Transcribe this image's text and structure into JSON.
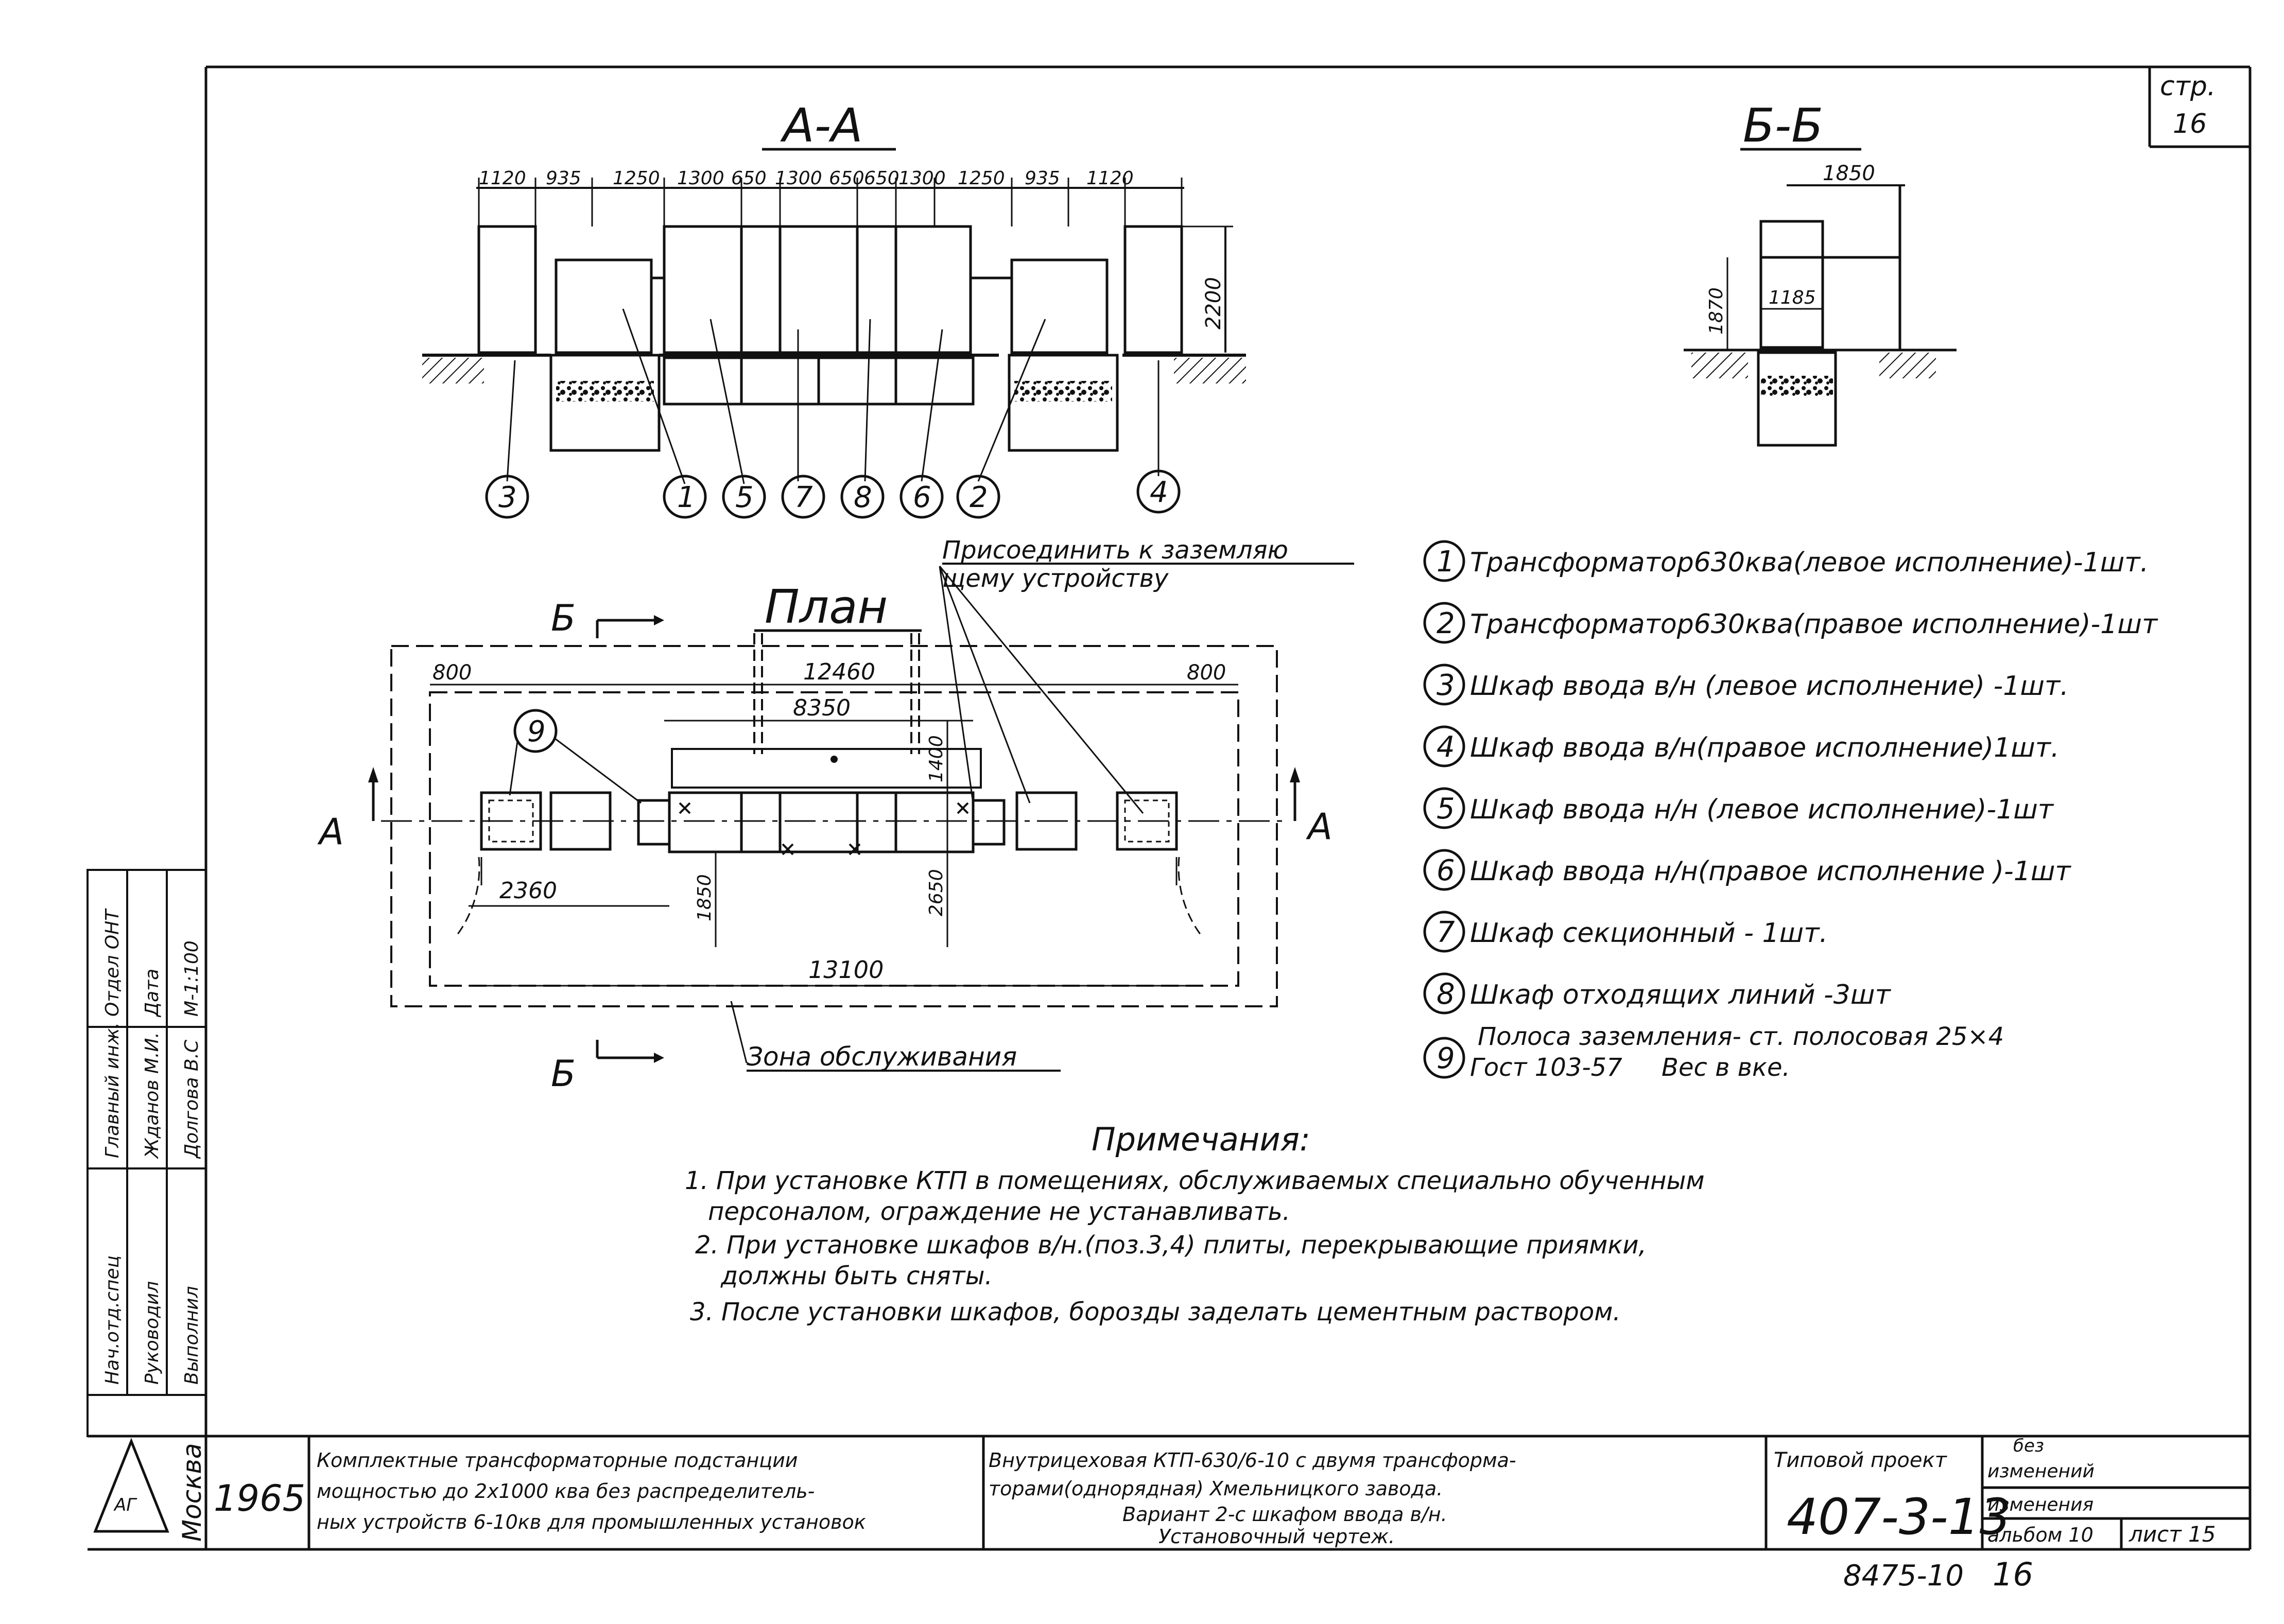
{
  "sheet": {
    "page_label": "стр.",
    "page_number": "16"
  },
  "section_aa": {
    "title": "А-А",
    "dims": [
      "1120",
      "935",
      "1250",
      "1300",
      "650",
      "1300",
      "650",
      "650",
      "1300",
      "1250",
      "935",
      "1120"
    ],
    "height_dim": "2200",
    "callouts": [
      "3",
      "1",
      "5",
      "7",
      "8",
      "6",
      "2",
      "4"
    ]
  },
  "section_bb": {
    "title": "Б-Б",
    "dims": {
      "width": "1850",
      "height": "1870",
      "inner": "1185"
    }
  },
  "plan": {
    "title": "План",
    "ground_note_line1": "Присоединить к заземляю",
    "ground_note_line2": "щему устройству",
    "cut_left_top": "Б",
    "cut_left_bottom": "Б",
    "cut_a_left": "А",
    "cut_a_right": "А",
    "dims": {
      "left": "800",
      "right": "800",
      "total": "12460",
      "inner": "8350",
      "depth": "1400",
      "left_offset": "2360",
      "row1": "1850",
      "row2": "2650",
      "overall": "13100"
    },
    "callout": "9",
    "zone_label": "Зона обслуживания"
  },
  "legend": [
    {
      "num": "1",
      "text": "Трансформатор630ква(левое исполнение)-1шт."
    },
    {
      "num": "2",
      "text": "Трансформатор630ква(правое исполнение)-1шт"
    },
    {
      "num": "3",
      "text": "Шкаф ввода в/н (левое исполнение) -1шт."
    },
    {
      "num": "4",
      "text": "Шкаф ввода в/н(правое исполнение)1шт."
    },
    {
      "num": "5",
      "text": "Шкаф ввода н/н (левое исполнение)-1шт"
    },
    {
      "num": "6",
      "text": "Шкаф ввода н/н(правое исполнение )-1шт"
    },
    {
      "num": "7",
      "text": "Шкаф секционный - 1шт."
    },
    {
      "num": "8",
      "text": "Шкаф отходящих линий -3шт"
    },
    {
      "num": "9",
      "text": "Полоса заземления- ст. полосовая 25×4",
      "text2": "Гост 103-57     Вес в вке."
    }
  ],
  "notes": {
    "title": "Примечания:",
    "items": [
      "1. При установке КТП в помещениях, обслуживаемых специально обученным",
      "персоналом, ограждение не устанавливать.",
      "2. При установке шкафов в/н.(поз.3,4) плиты, перекрывающие приямки,",
      "должны быть сняты.",
      "3. После установки шкафов, борозды заделать цементным раствором."
    ]
  },
  "side_stamp": {
    "rows": [
      [
        "Нач.отд.спец",
        "Главный инж.",
        "Отдел ОНТ"
      ],
      [
        "Руководил",
        "Жданов М.И.",
        "Дата"
      ],
      [
        "Выполнил",
        "Долгова В.С",
        "М-1:100"
      ]
    ]
  },
  "title_block": {
    "org": "Москва",
    "year": "1965",
    "desc": [
      "Комплектные трансформаторные подстанции",
      "мощностью до 2х1000 ква без распределитель-",
      "ных устройств 6-10кв для промышленных установок"
    ],
    "drawing": [
      "Внутрицеховая КТП-630/6-10 с двумя трансформа-",
      "торами(однорядная) Хмельницкого завода.",
      "Вариант 2-с шкафом ввода в/н.",
      "Установочный чертеж."
    ],
    "project_label": "Типовой проект",
    "project_number": "407-3-13",
    "status1": "без",
    "status2": "изменений",
    "status3": "изменения",
    "album": "альбом 10",
    "sheet": "лист 15",
    "below_number": "8475-10",
    "below_sheet": "16"
  }
}
